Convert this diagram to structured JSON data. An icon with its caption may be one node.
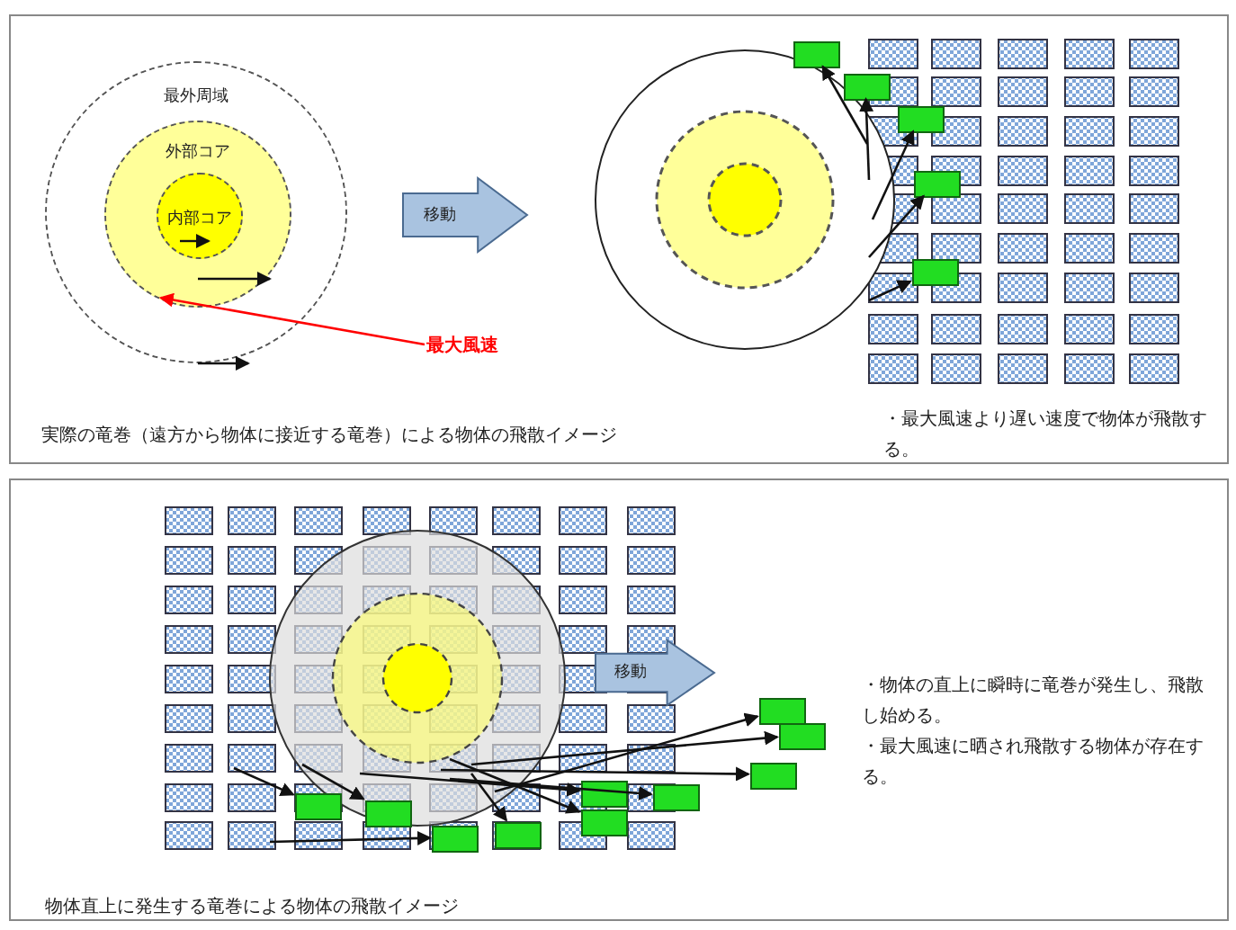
{
  "diagram": {
    "nodes": [
      {
        "text": [
          "実際の竜巻（遠方から物体に接近する竜巻）による物体の飛散イメージ",
          "・最大風速より遅い速度で物体が飛散する。"
        ]
      },
      {
        "text": [
          "最外周域"
        ],
        "in": 0
      },
      {
        "text": [
          "外部コア"
        ],
        "in": 1
      },
      {
        "text": [
          "内部コア"
        ],
        "in": 2
      },
      {
        "text": [
          "移動"
        ],
        "in": 0
      },
      {
        "text": [
          "最大風速"
        ],
        "in": 0
      },
      {
        "text": [],
        "shape": "box",
        "in": 0
      },
      {
        "text": [],
        "shape": "box",
        "in": 0
      },
      {
        "text": [],
        "shape": "box",
        "in": 0
      },
      {
        "text": [],
        "shape": "box",
        "in": 0
      },
      {
        "text": [],
        "shape": "box",
        "in": 0
      },
      {
        "text": [
          "物体直上に発生する竜巻による物体の飛散イメージ",
          "・物体の直上に瞬時に竜巻が発生し、飛散し始める。",
          "・最大風速に晒され飛散する物体が存在する。"
        ]
      },
      {
        "text": [
          "移動"
        ],
        "in": 11
      },
      {
        "text": [],
        "shape": "box",
        "in": 11
      },
      {
        "text": [],
        "shape": "box",
        "in": 11
      },
      {
        "text": [],
        "shape": "box",
        "in": 11
      },
      {
        "text": [],
        "shape": "box",
        "in": 11
      },
      {
        "text": [],
        "shape": "box",
        "in": 11
      },
      {
        "text": [],
        "shape": "box",
        "in": 11
      },
      {
        "text": [],
        "shape": "box",
        "in": 11
      },
      {
        "text": [],
        "shape": "box",
        "in": 11
      },
      {
        "text": [],
        "shape": "box",
        "in": 11
      },
      {
        "text": [],
        "shape": "box",
        "in": 11
      }
    ],
    "edges": [
      {
        "from": 5,
        "to": 2,
        "arrow": "to",
        "color": "#ff0000"
      },
      {
        "from": null,
        "to": 6,
        "arrow": "to"
      },
      {
        "from": null,
        "to": 7,
        "arrow": "to"
      },
      {
        "from": null,
        "to": 8,
        "arrow": "to"
      },
      {
        "from": null,
        "to": 9,
        "arrow": "to"
      },
      {
        "from": null,
        "to": 10,
        "arrow": "to"
      },
      {
        "from": null,
        "to": 13,
        "arrow": "to"
      },
      {
        "from": null,
        "to": 14,
        "arrow": "to"
      },
      {
        "from": null,
        "to": 15,
        "arrow": "to"
      },
      {
        "from": null,
        "to": 16,
        "arrow": "to"
      },
      {
        "from": null,
        "to": 17,
        "arrow": "to"
      },
      {
        "from": null,
        "to": 18,
        "arrow": "to"
      },
      {
        "from": null,
        "to": 19,
        "arrow": "to"
      },
      {
        "from": null,
        "to": 20,
        "arrow": "to"
      },
      {
        "from": null,
        "to": 21,
        "arrow": "to"
      },
      {
        "from": null,
        "to": 22,
        "arrow": "to"
      }
    ]
  }
}
